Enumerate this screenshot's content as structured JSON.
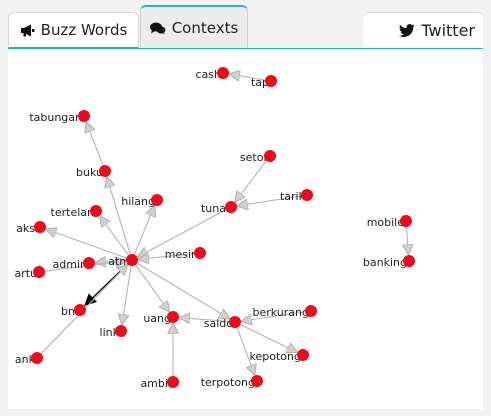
{
  "tabs": {
    "buzz_words": "Buzz Words",
    "contexts": "Contexts",
    "twitter": "Twitter",
    "buzz_icon": "megaphone-icon",
    "contexts_icon": "comments-icon",
    "twitter_icon": "twitter-bird-icon"
  },
  "colors": {
    "accent": "#1fb6c8",
    "node": "#ee0a1a",
    "edge": "#b5b5b5",
    "edge_strong": "#111111"
  },
  "graph": {
    "nodes": [
      {
        "id": "cash",
        "label": "cash"
      },
      {
        "id": "tap",
        "label": "tap"
      },
      {
        "id": "tabungan",
        "label": "tabungan"
      },
      {
        "id": "setor",
        "label": "setor"
      },
      {
        "id": "buku",
        "label": "buku"
      },
      {
        "id": "tarik",
        "label": "tarik"
      },
      {
        "id": "hilang",
        "label": "hilang"
      },
      {
        "id": "tunai",
        "label": "tunai"
      },
      {
        "id": "tertelan",
        "label": "tertelan"
      },
      {
        "id": "mobile",
        "label": "mobile"
      },
      {
        "id": "aksi",
        "label": "aksi"
      },
      {
        "id": "admin",
        "label": "admin"
      },
      {
        "id": "atm",
        "label": "atm"
      },
      {
        "id": "mesin",
        "label": "mesin"
      },
      {
        "id": "banking",
        "label": "banking"
      },
      {
        "id": "kartu",
        "label": "artu"
      },
      {
        "id": "bni",
        "label": "bni"
      },
      {
        "id": "berkurang",
        "label": "berkurang"
      },
      {
        "id": "uang",
        "label": "uang"
      },
      {
        "id": "saldo",
        "label": "saldo"
      },
      {
        "id": "link",
        "label": "link"
      },
      {
        "id": "bank",
        "label": "ank"
      },
      {
        "id": "kepotong",
        "label": "kepotong"
      },
      {
        "id": "ambil",
        "label": "ambil"
      },
      {
        "id": "terpotong",
        "label": "terpotong"
      }
    ],
    "edges": [
      {
        "from": "tap",
        "to": "cash"
      },
      {
        "from": "buku",
        "to": "tabungan"
      },
      {
        "from": "setor",
        "to": "tunai"
      },
      {
        "from": "tarik",
        "to": "tunai"
      },
      {
        "from": "tunai",
        "to": "atm"
      },
      {
        "from": "atm",
        "to": "buku"
      },
      {
        "from": "atm",
        "to": "hilang"
      },
      {
        "from": "atm",
        "to": "tertelan"
      },
      {
        "from": "atm",
        "to": "aksi"
      },
      {
        "from": "atm",
        "to": "admin"
      },
      {
        "from": "kartu",
        "to": "atm"
      },
      {
        "from": "mesin",
        "to": "atm"
      },
      {
        "from": "atm",
        "to": "bni",
        "strong": true
      },
      {
        "from": "atm",
        "to": "link"
      },
      {
        "from": "atm",
        "to": "uang"
      },
      {
        "from": "atm",
        "to": "saldo"
      },
      {
        "from": "bank",
        "to": "atm"
      },
      {
        "from": "saldo",
        "to": "uang"
      },
      {
        "from": "ambil",
        "to": "uang"
      },
      {
        "from": "berkurang",
        "to": "saldo"
      },
      {
        "from": "saldo",
        "to": "kepotong"
      },
      {
        "from": "saldo",
        "to": "terpotong"
      },
      {
        "from": "mobile",
        "to": "banking"
      }
    ]
  }
}
